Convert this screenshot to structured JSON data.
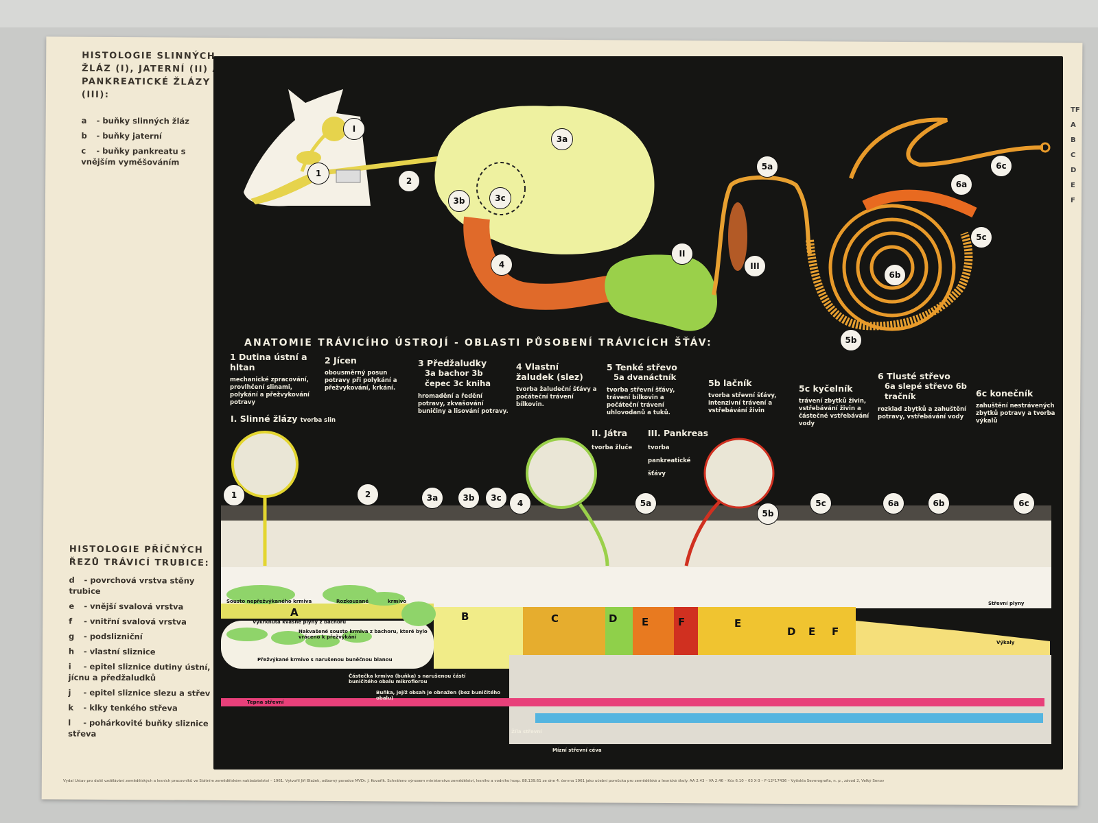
{
  "left_panel": {
    "glands_title": "HISTOLOGIE SLINNÝCH ŽLÁZ (I), JATERNÍ (II) A PANKREATICKÉ ŽLÁZY (III):",
    "glands_legend": [
      {
        "key": "a",
        "text": "buňky slinných žláz"
      },
      {
        "key": "b",
        "text": "buňky jaterní"
      },
      {
        "key": "c",
        "text": "buňky pankreatu s vnějším vyměšováním"
      }
    ],
    "sections_title": "HISTOLOGIE PŘÍČNÝCH ŘEZŮ TRÁVICÍ TRUBICE:",
    "sections_legend": [
      {
        "key": "d",
        "text": "povrchová vrstva stěny trubice"
      },
      {
        "key": "e",
        "text": "vnější svalová vrstva"
      },
      {
        "key": "f",
        "text": "vnitřní svalová vrstva"
      },
      {
        "key": "g",
        "text": "podslizniční"
      },
      {
        "key": "h",
        "text": "vlastní sliznice"
      },
      {
        "key": "i",
        "text": "epitel sliznice dutiny ústní, jícnu a předžaludků"
      },
      {
        "key": "j",
        "text": "epitel sliznice slezu a střev"
      },
      {
        "key": "k",
        "text": "klky tenkého střeva"
      },
      {
        "key": "l",
        "text": "pohárkovité buňky sliznice střeva"
      }
    ]
  },
  "main_title": "ANATOMIE TRÁVICÍHO ÚSTROJÍ - OBLASTI PŮSOBENÍ TRÁVICÍCH ŠŤÁV:",
  "sections": [
    {
      "head": "1 Dutina ústní a hltan",
      "desc": "mechanické zpracování, provlhčení slinami, polykání a přežvykování potravy"
    },
    {
      "head": "2 Jícen",
      "desc": "obousměrný posun potravy při polykání a přežvykování, krkání."
    },
    {
      "head": "3 Předžaludky",
      "sub": "3a bachor 3b čepec 3c kniha",
      "desc": "hromadění a ředění potravy, zkvašování buničiny a lisování potravy."
    },
    {
      "head": "4 Vlastní žaludek (slez)",
      "desc": "tvorba žaludeční šťávy a počáteční trávení bílkovin."
    },
    {
      "head": "5 Tenké střevo",
      "sub": "5a dvanáctník",
      "desc": "tvorba střevní šťávy, trávení bílkovin a počáteční trávení uhlovodanů a tuků."
    },
    {
      "head": "5b lačník",
      "desc": "tvorba střevní šťávy, intenzivní trávení a vstřebávání živin"
    },
    {
      "head": "5c kyčelník",
      "desc": "trávení zbytků živin, vstřebávání živin a částečné vstřebávání vody"
    },
    {
      "head": "6 Tlusté střevo",
      "sub": "6a slepé střevo 6b tračník",
      "desc": "rozklad zbytků a zahuštění potravy, vstřebávání vody"
    },
    {
      "head": "6c konečník",
      "desc": "zahuštění nestrávených zbytků potravy a tvorba výkalů"
    }
  ],
  "glands": [
    {
      "head": "I. Slinné žlázy",
      "desc": "tvorba slin"
    },
    {
      "head": "II. Játra",
      "desc": "tvorba žluče"
    },
    {
      "head": "III. Pankreas",
      "desc": "tvorba pankreatické šťávy"
    }
  ],
  "anatomy_labels": [
    "I",
    "1",
    "2",
    "3a",
    "3b",
    "3c",
    "4",
    "II",
    "III",
    "5a",
    "5b",
    "5c",
    "6a",
    "6b",
    "6c"
  ],
  "section_markers": [
    "1",
    "2",
    "3a",
    "3b",
    "3c",
    "4",
    "5a",
    "5b",
    "5c",
    "6a",
    "6b",
    "6c"
  ],
  "lumen_letters": [
    "A",
    "B",
    "C",
    "D",
    "E",
    "F",
    "E",
    "D",
    "E",
    "F"
  ],
  "lumen_notes": {
    "n1": "Sousto nepřežvýkaného krmiva",
    "n2": "Rozkousané",
    "n3": "krmivo",
    "n4": "Vykrknutá kvasné plyny z bachoru",
    "n5": "Nakvašené sousto krmiva z bachoru, které bylo vráceno k přežvýkání",
    "n6": "Přežvýkané krmivo s narušenou buněčnou blanou",
    "n7": "Částečka krmiva (buňka) s narušenou částí buničitého obalu mikroflorou",
    "n8": "Buňka, jejíž obsah je obnažen (bez buničitého obalu)",
    "n9": "Tepna střevní",
    "n10": "Žíla střevní",
    "n11": "Mízní střevní céva",
    "n12": "Střevní plyny",
    "n13": "Výkaly"
  },
  "right_strip": [
    "TF",
    "A",
    "B",
    "C",
    "D",
    "E",
    "F"
  ],
  "footer": "Vydal Ústav pro další vzdělávání zemědělských a lesních pracovníků ve Státním zemědělském nakladatelství – 1961. Vytvořil Jiří Blažek, odborný poradce MVDr. J. Kovařík. Schváleno výnosem ministerstva zemědělství, lesního a vodního hosp. 88.139.61 ze dne 4. června 1961 jako učební pomůcka pro zemědělské a lesnické školy. AA 2.43 – VA 2.46 – Kčs 6.10 – 03 X-3 – F-12*17436 – Vytiskla Severografia, n. p., závod 2, Velký Šenov",
  "colors": {
    "background": "#151513",
    "paper": "#f1e9d4",
    "rumen": "#eef1a0",
    "abomasum": "#e06a2a",
    "liver": "#9ad04a",
    "colon": "#e89a2a",
    "artery": "#e8407a",
    "vein": "#54b5e0"
  }
}
